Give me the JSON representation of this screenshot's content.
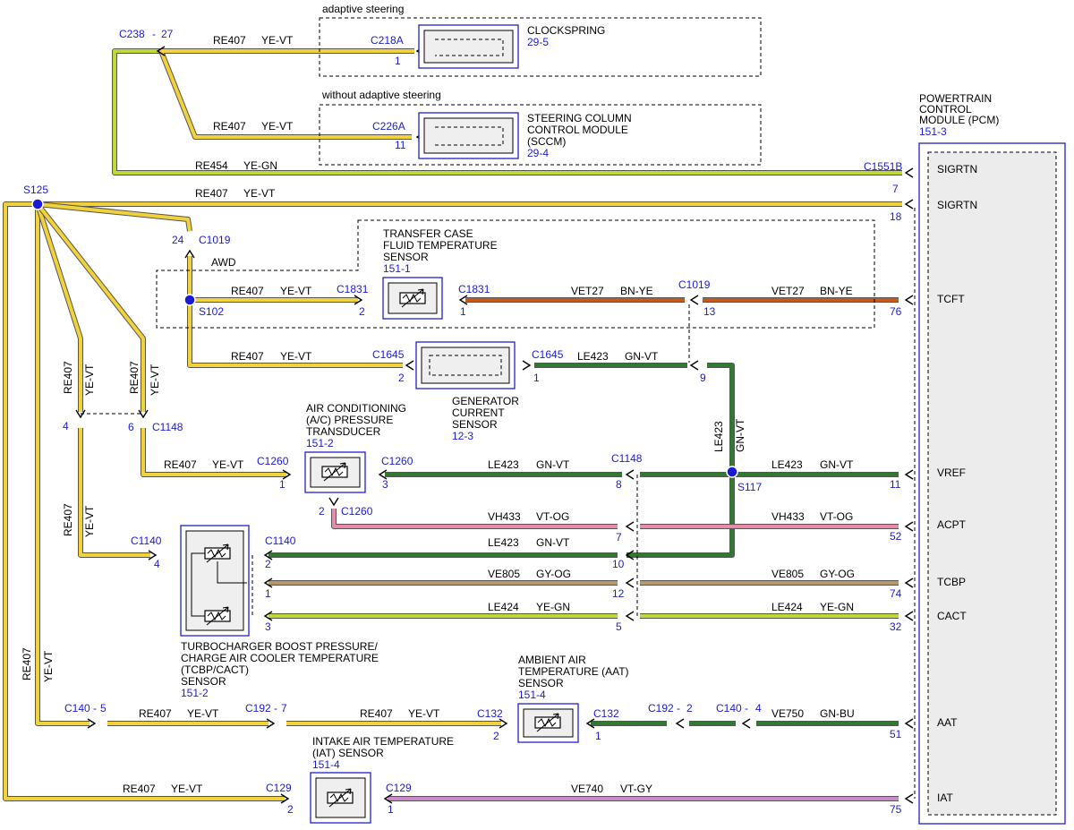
{
  "labels": {
    "adaptive_steering": "adaptive steering",
    "without_adaptive_steering": "without adaptive steering",
    "awd": "AWD"
  },
  "components": {
    "clockspring": {
      "name": "CLOCKSPRING",
      "ref": "29-5",
      "connector": "C218A",
      "pin": "1"
    },
    "sccm": {
      "name_lines": [
        "STEERING COLUMN",
        "CONTROL MODULE",
        "(SCCM)"
      ],
      "ref": "29-4",
      "connector": "C226A",
      "pin": "11"
    },
    "pcm": {
      "name_lines": [
        "POWERTRAIN",
        "CONTROL",
        "MODULE (PCM)"
      ],
      "ref": "151-3",
      "pins": [
        {
          "label": "SIGRTN",
          "connector": "C1551B",
          "pin": "7"
        },
        {
          "label": "SIGRTN",
          "connector": "",
          "pin": "18"
        },
        {
          "label": "TCFT",
          "connector": "",
          "pin": "76"
        },
        {
          "label": "VREF",
          "connector": "",
          "pin": "11"
        },
        {
          "label": "ACPT",
          "connector": "",
          "pin": "52"
        },
        {
          "label": "TCBP",
          "connector": "",
          "pin": "74"
        },
        {
          "label": "CACT",
          "connector": "",
          "pin": "32"
        },
        {
          "label": "AAT",
          "connector": "",
          "pin": "51"
        },
        {
          "label": "IAT",
          "connector": "",
          "pin": "75"
        }
      ]
    },
    "tcft_sensor": {
      "name_lines": [
        "TRANSFER CASE",
        "FLUID TEMPERATURE",
        "SENSOR"
      ],
      "ref": "151-1"
    },
    "generator": {
      "name_lines": [
        "GENERATOR",
        "CURRENT",
        "SENSOR"
      ],
      "ref": "12-3"
    },
    "ac_transducer": {
      "name_lines": [
        "AIR CONDITIONING",
        "(A/C) PRESSURE",
        "TRANSDUCER"
      ],
      "ref": "151-2"
    },
    "tcbp_sensor": {
      "name_lines": [
        "TURBOCHARGER BOOST PRESSURE/",
        "CHARGE AIR COOLER TEMPERATURE",
        "(TCBP/CACT)",
        "SENSOR"
      ],
      "ref": "151-2"
    },
    "aat_sensor": {
      "name_lines": [
        "AMBIENT AIR",
        "TEMPERATURE (AAT)",
        "SENSOR"
      ],
      "ref": "151-4"
    },
    "iat_sensor": {
      "name_lines": [
        "INTAKE AIR TEMPERATURE",
        "(IAT) SENSOR"
      ],
      "ref": "151-4"
    }
  },
  "splices": {
    "s125": "S125",
    "s102": "S102",
    "s117": "S117"
  },
  "connectors": {
    "c238": "C238",
    "c238_pin": "27",
    "dash": "-",
    "c1019": "C1019",
    "c1019_pin_top": "24",
    "c1019_pin_a": "13",
    "c1019_pin_b": "9",
    "c1831": "C1831",
    "c1831_pin_left": "2",
    "c1831_pin_right": "1",
    "c1645": "C1645",
    "c1645_pin_left": "2",
    "c1645_pin_right": "1",
    "c1148": "C1148",
    "c1148_pin_4": "4",
    "c1148_pin_6": "6",
    "c1148_pins": [
      "8",
      "7",
      "10",
      "12",
      "5"
    ],
    "c1260": "C1260",
    "c1260_pin_left": "1",
    "c1260_pin_right": "3",
    "c1260_pin_bottom": "2",
    "c1140": "C1140",
    "c1140_pin_left": "4",
    "c1140_pins": [
      "2",
      "1",
      "3"
    ],
    "c140": "C140",
    "c140_pin_a": "5",
    "c140_pin_b": "4",
    "c192": "C192",
    "c192_pin_a": "7",
    "c192_pin_b": "2",
    "c132": "C132",
    "c132_pin_left": "2",
    "c132_pin_right": "1",
    "c129": "C129",
    "c129_pin_left": "2",
    "c129_pin_right": "1"
  },
  "circuits": {
    "re407": "RE407",
    "yevt": "YE-VT",
    "re454": "RE454",
    "yegn": "YE-GN",
    "vet27": "VET27",
    "bnye": "BN-YE",
    "le423": "LE423",
    "gnvt": "GN-VT",
    "vh433": "VH433",
    "vtog": "VT-OG",
    "ve805": "VE805",
    "gyog": "GY-OG",
    "le424": "LE424",
    "ve750": "VE750",
    "gnbu": "GN-BU",
    "ve740": "VE740",
    "vtgy": "VT-GY"
  },
  "wire_colors": {
    "ye_vt": "#f2d23a",
    "ye_gn": "#bfd93a",
    "bn_ye": "#c65a1e",
    "gn_vt": "#2f7a2f",
    "vt_og": "#e98aa8",
    "gy_og": "#b49a6a",
    "gn_bu": "#2f7a2f",
    "vt_gy": "#c98ac9",
    "outline": "#555555",
    "splice": "#1a1ad6"
  }
}
